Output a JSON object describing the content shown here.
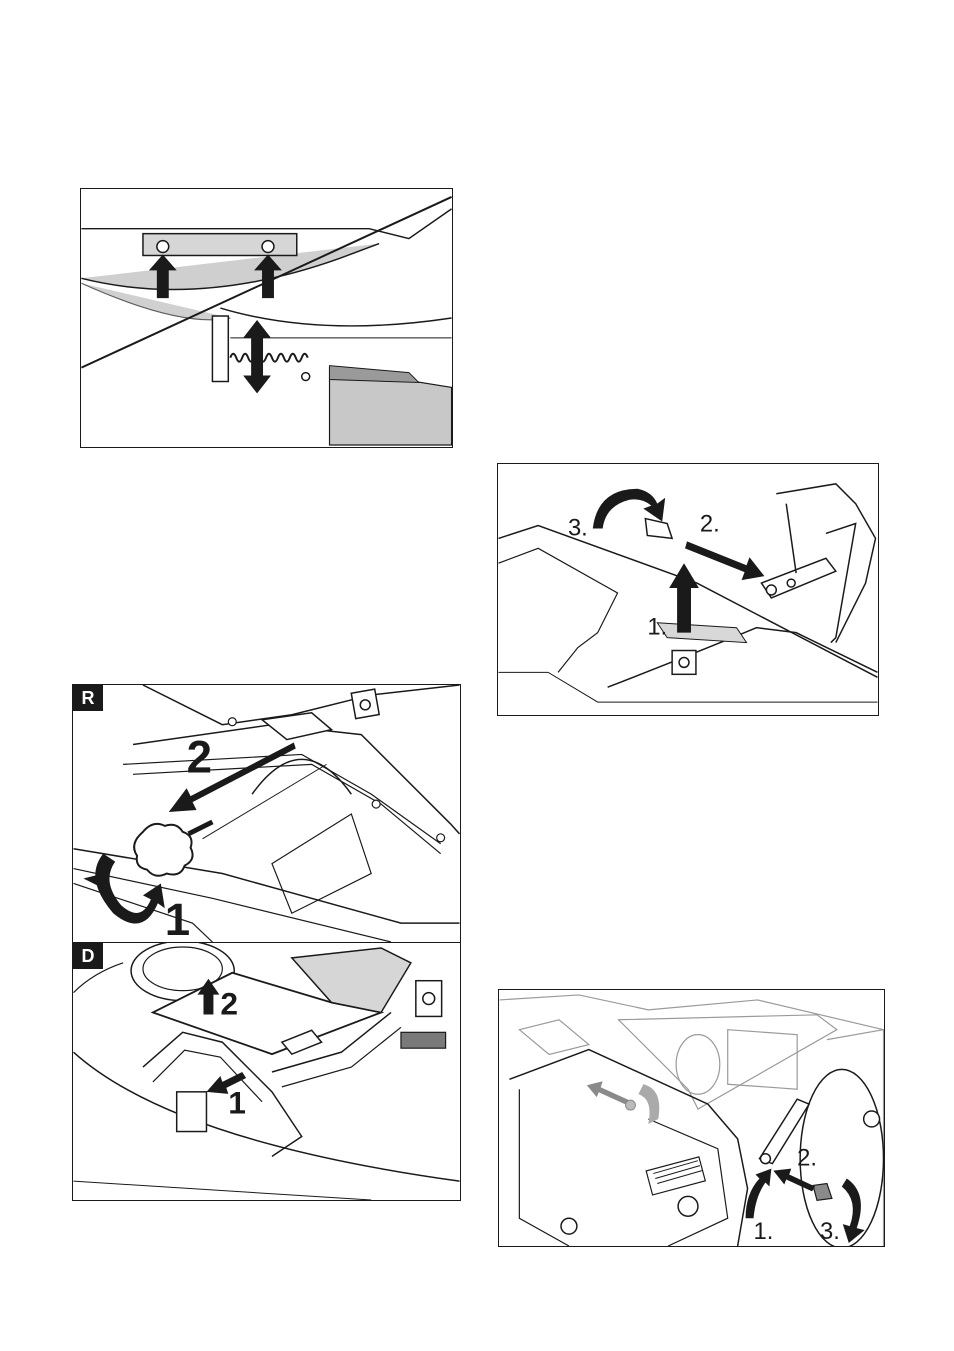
{
  "figures": {
    "fig1": {},
    "fig2": {
      "step1": "1.",
      "step2": "2.",
      "step3": "3."
    },
    "fig3": {
      "tag": "R",
      "step1": "1",
      "step2": "2"
    },
    "fig4": {
      "tag": "D",
      "step1": "1",
      "step2": "2"
    },
    "fig5": {
      "step1": "1.",
      "step2": "2.",
      "step3": "3."
    }
  }
}
